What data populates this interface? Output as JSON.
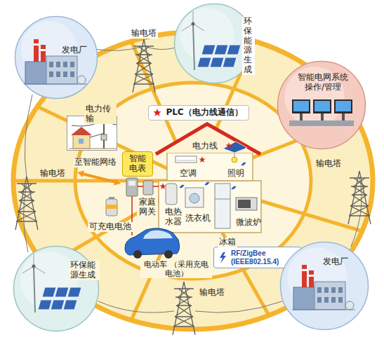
{
  "diagram": {
    "nodes": [
      {
        "text": [
          "发电厂"
        ]
      },
      {
        "text": [
          "环保能源生成"
        ]
      },
      {
        "text": [
          "智能电网系统 操作/管理"
        ]
      },
      {
        "text": [
          "电力传输"
        ]
      },
      {
        "text": [
          "PLC（电力线通信）"
        ]
      },
      {
        "text": [
          "智能 电表"
        ]
      },
      {
        "text": [
          "RF/ZigBee (IEEE802.15.4)"
        ]
      },
      {
        "text": [
          "发电厂"
        ]
      },
      {
        "text": [
          "环保能源生成"
        ]
      }
    ],
    "labels": [
      "输电塔",
      "电力线",
      "空调",
      "照明",
      "至智能网络",
      "输电塔",
      "输电塔",
      "家庭 网关",
      "电热 水器",
      "洗衣机",
      "微波炉",
      "可充电电池",
      "冰箱",
      "电动车 （采用充电电池）",
      "输电塔"
    ]
  }
}
